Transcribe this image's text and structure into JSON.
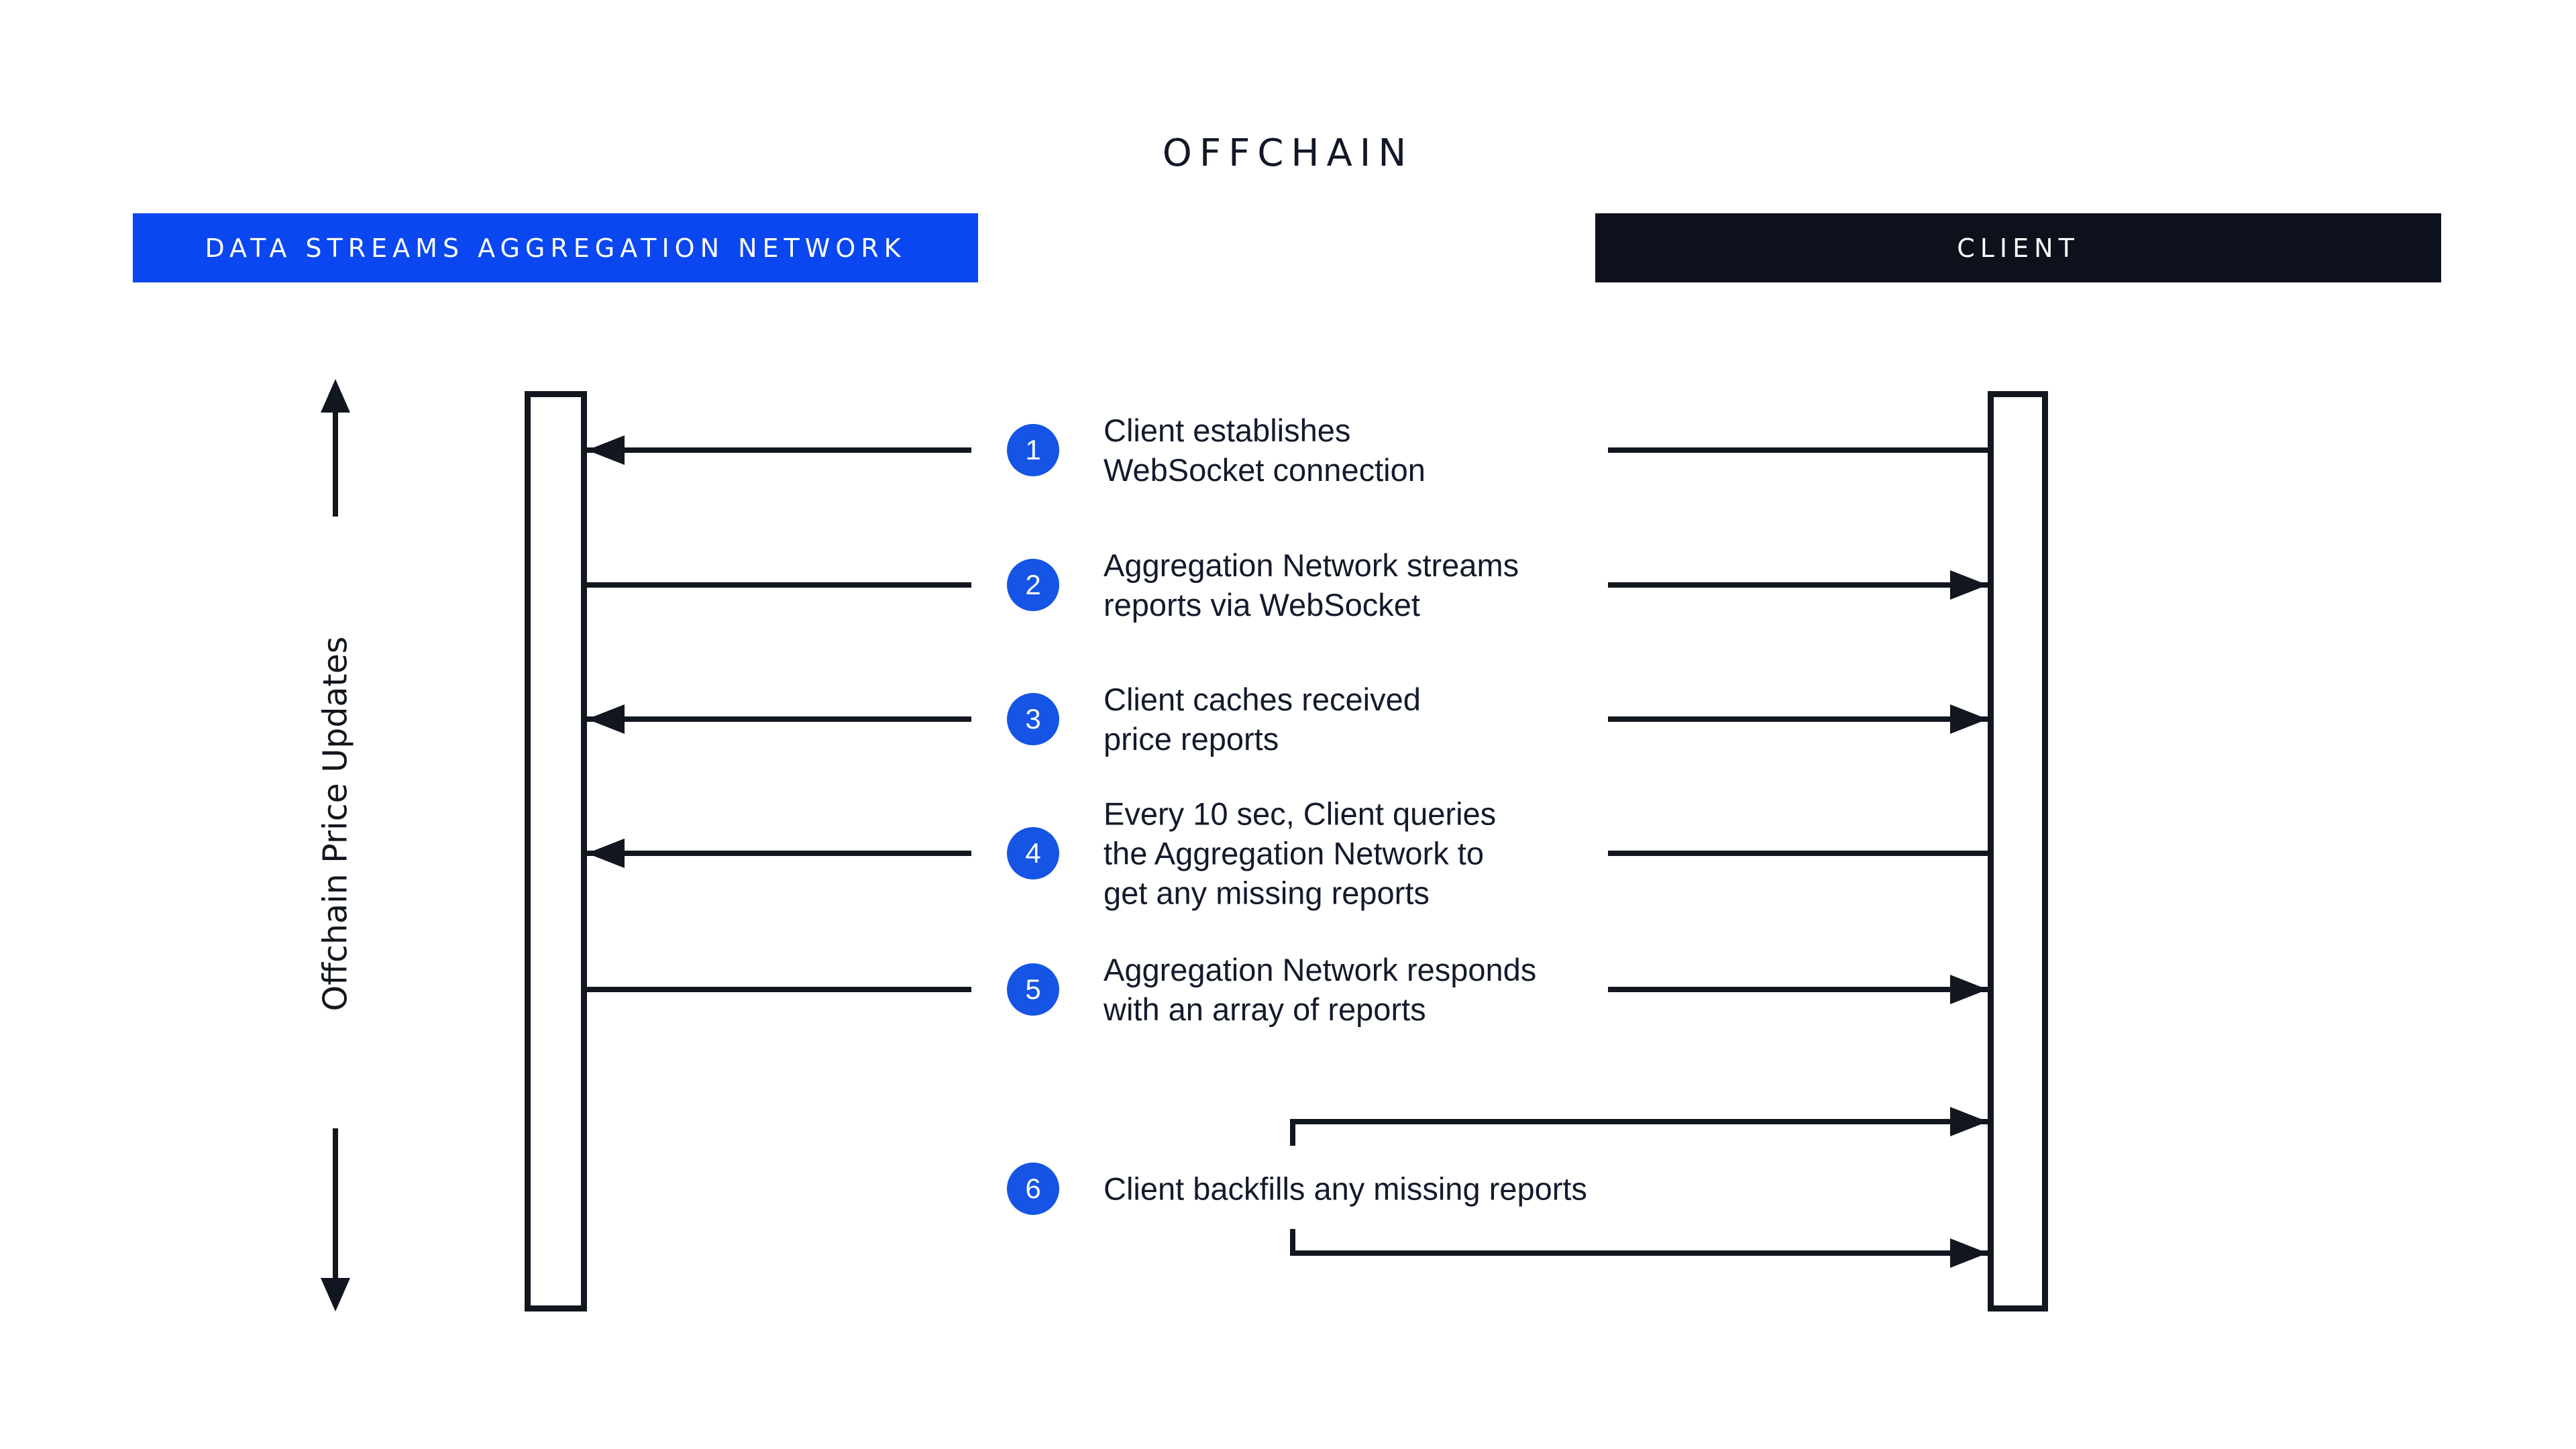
{
  "title": "OFFCHAIN",
  "axis": {
    "label": "Offchain Price Updates"
  },
  "participants": {
    "network": {
      "label": "DATA STREAMS AGGREGATION NETWORK",
      "color": "#0a47f0"
    },
    "client": {
      "label": "CLIENT",
      "color": "#0c111c"
    }
  },
  "steps": [
    {
      "num": "1",
      "label": "Client establishes\nWebSocket connection"
    },
    {
      "num": "2",
      "label": "Aggregation Network streams\nreports via WebSocket"
    },
    {
      "num": "3",
      "label": "Client caches received\nprice reports"
    },
    {
      "num": "4",
      "label": "Every 10 sec, Client queries\nthe Aggregation Network to\nget any missing reports"
    },
    {
      "num": "5",
      "label": "Aggregation Network responds\nwith an array of reports"
    },
    {
      "num": "6",
      "label": "Client backfills any missing reports"
    }
  ],
  "colors": {
    "accent_blue": "#0a47f0",
    "badge_blue": "#1554e4",
    "dark_navy": "#0c111c",
    "line": "#11161f",
    "text": "#131a2b",
    "background": "#ffffff"
  }
}
